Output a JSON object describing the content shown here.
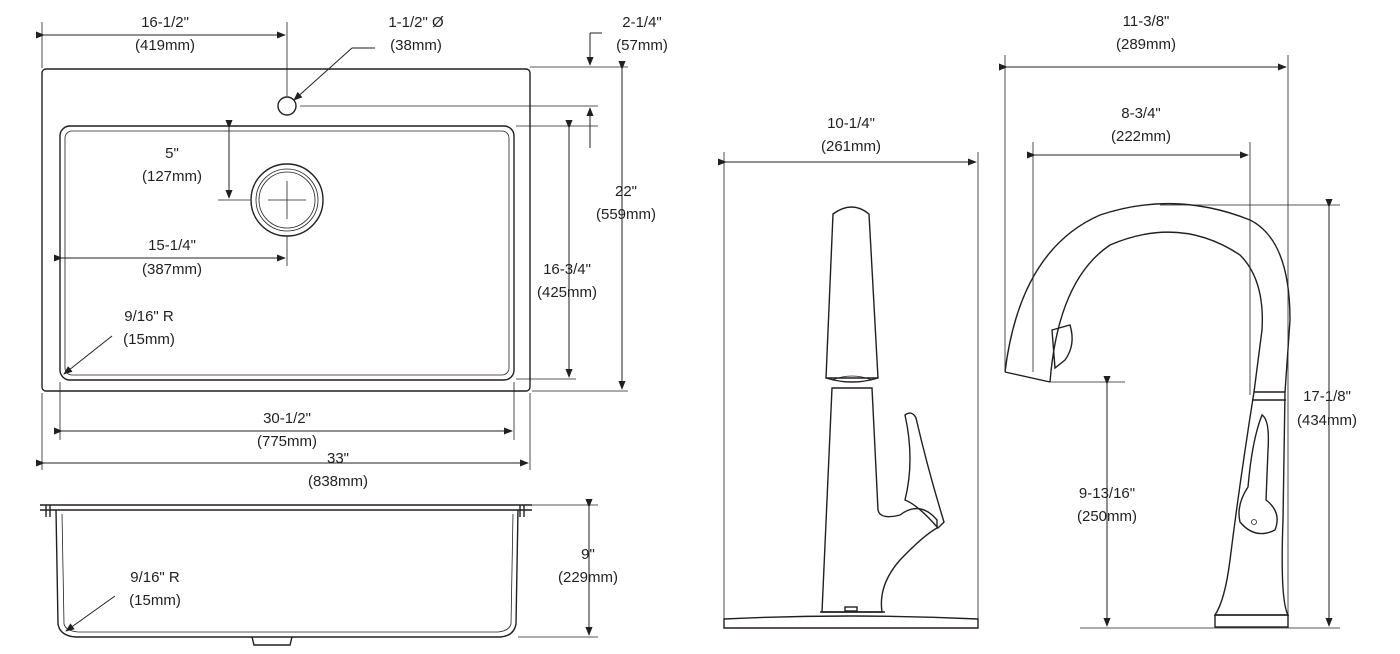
{
  "dimensions": {
    "top_hole_offset": {
      "imperial": "16-1/2\"",
      "metric": "(419mm)"
    },
    "faucet_hole_dia": {
      "imperial": "1-1/2\" Ø",
      "metric": "(38mm)"
    },
    "hole_back_offset": {
      "imperial": "2-1/4\"",
      "metric": "(57mm)"
    },
    "drain_back_offset": {
      "imperial": "5\"",
      "metric": "(127mm)"
    },
    "overall_depth": {
      "imperial": "22\"",
      "metric": "(559mm)"
    },
    "drain_side_offset": {
      "imperial": "15-1/4\"",
      "metric": "(387mm)"
    },
    "bowl_depth": {
      "imperial": "16-3/4\"",
      "metric": "(425mm)"
    },
    "corner_radius_top": {
      "imperial": "9/16\" R",
      "metric": "(15mm)"
    },
    "bowl_width": {
      "imperial": "30-1/2\"",
      "metric": "(775mm)"
    },
    "overall_width": {
      "imperial": "33\"",
      "metric": "(838mm)"
    },
    "corner_radius_side": {
      "imperial": "9/16\" R",
      "metric": "(15mm)"
    },
    "bowl_height": {
      "imperial": "9\"",
      "metric": "(229mm)"
    },
    "faucet_front_width": {
      "imperial": "10-1/4\"",
      "metric": "(261mm)"
    },
    "faucet_side_width": {
      "imperial": "11-3/8\"",
      "metric": "(289mm)"
    },
    "faucet_reach": {
      "imperial": "8-3/4\"",
      "metric": "(222mm)"
    },
    "faucet_height": {
      "imperial": "17-1/8\"",
      "metric": "(434mm)"
    },
    "spout_height": {
      "imperial": "9-13/16\"",
      "metric": "(250mm)"
    }
  }
}
